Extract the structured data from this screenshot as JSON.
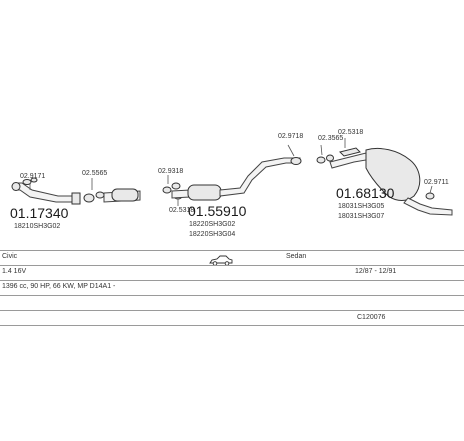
{
  "diagram": {
    "parts": [
      {
        "id": "front-pipe",
        "number": "01.17340",
        "codes": [
          "18210SH3G02"
        ]
      },
      {
        "id": "front-pipe-gasket",
        "number": "02.9171"
      },
      {
        "id": "catalyst-connector-gasket",
        "number": "02.5565"
      },
      {
        "id": "mid-clamp",
        "number": "02.9318"
      },
      {
        "id": "mid-mount",
        "number": "02.5318"
      },
      {
        "id": "middle-silencer",
        "number": "01.55910",
        "codes": [
          "18220SH3G02",
          "18220SH3G04"
        ]
      },
      {
        "id": "rear-mount-1",
        "number": "02.9718"
      },
      {
        "id": "rear-mount-2",
        "number": "02.3565"
      },
      {
        "id": "rear-mount-3",
        "number": "02.5318"
      },
      {
        "id": "rear-box",
        "number": "01.68130",
        "codes": [
          "18031SH3G05",
          "18031SH3G07"
        ]
      },
      {
        "id": "rear-hanger",
        "number": "02.9711"
      }
    ]
  },
  "vehicle": {
    "model": "Civic",
    "body": "Sedan",
    "engine": "1.4 16V",
    "dates": "12/87 - 12/91",
    "spec": "1396 cc, 90 HP, 66 KW, MP D14A1 -",
    "reference": "C120076"
  }
}
